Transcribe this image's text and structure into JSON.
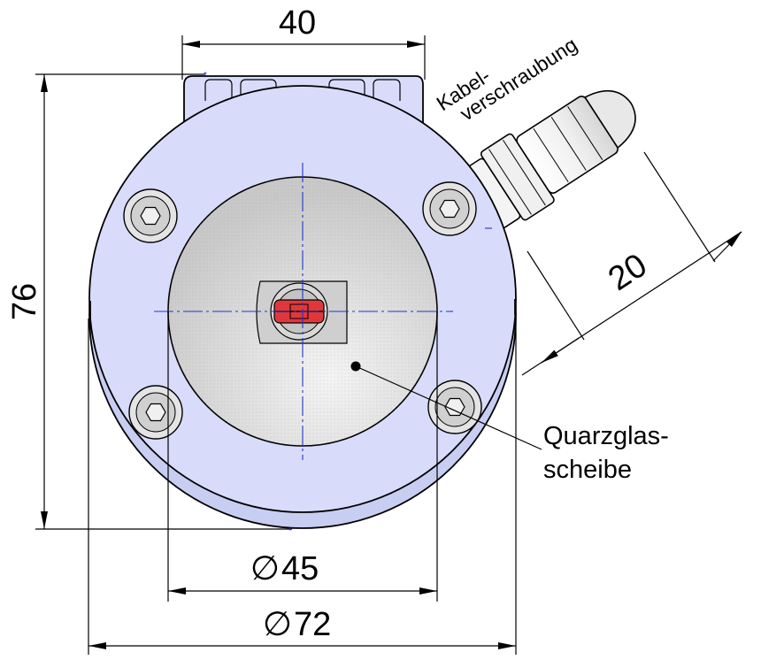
{
  "dimensions": {
    "width_top": "40",
    "height_left": "76",
    "cable_gland_width": "20",
    "window_diameter": "45",
    "housing_diameter": "72"
  },
  "labels": {
    "cable_gland_line1": "Kabel-",
    "cable_gland_line2": "verschraubung",
    "window_line1": "Quarzglas-",
    "window_line2": "scheibe"
  },
  "symbols": {
    "diameter": "∅"
  },
  "colors": {
    "housing": "#d8dcfa",
    "housing_dark": "#aab0e0",
    "window": "#d2d2d2",
    "sensor_red": "#e0383a",
    "centerline": "#2233cc",
    "gland": "#f2f2f2"
  }
}
